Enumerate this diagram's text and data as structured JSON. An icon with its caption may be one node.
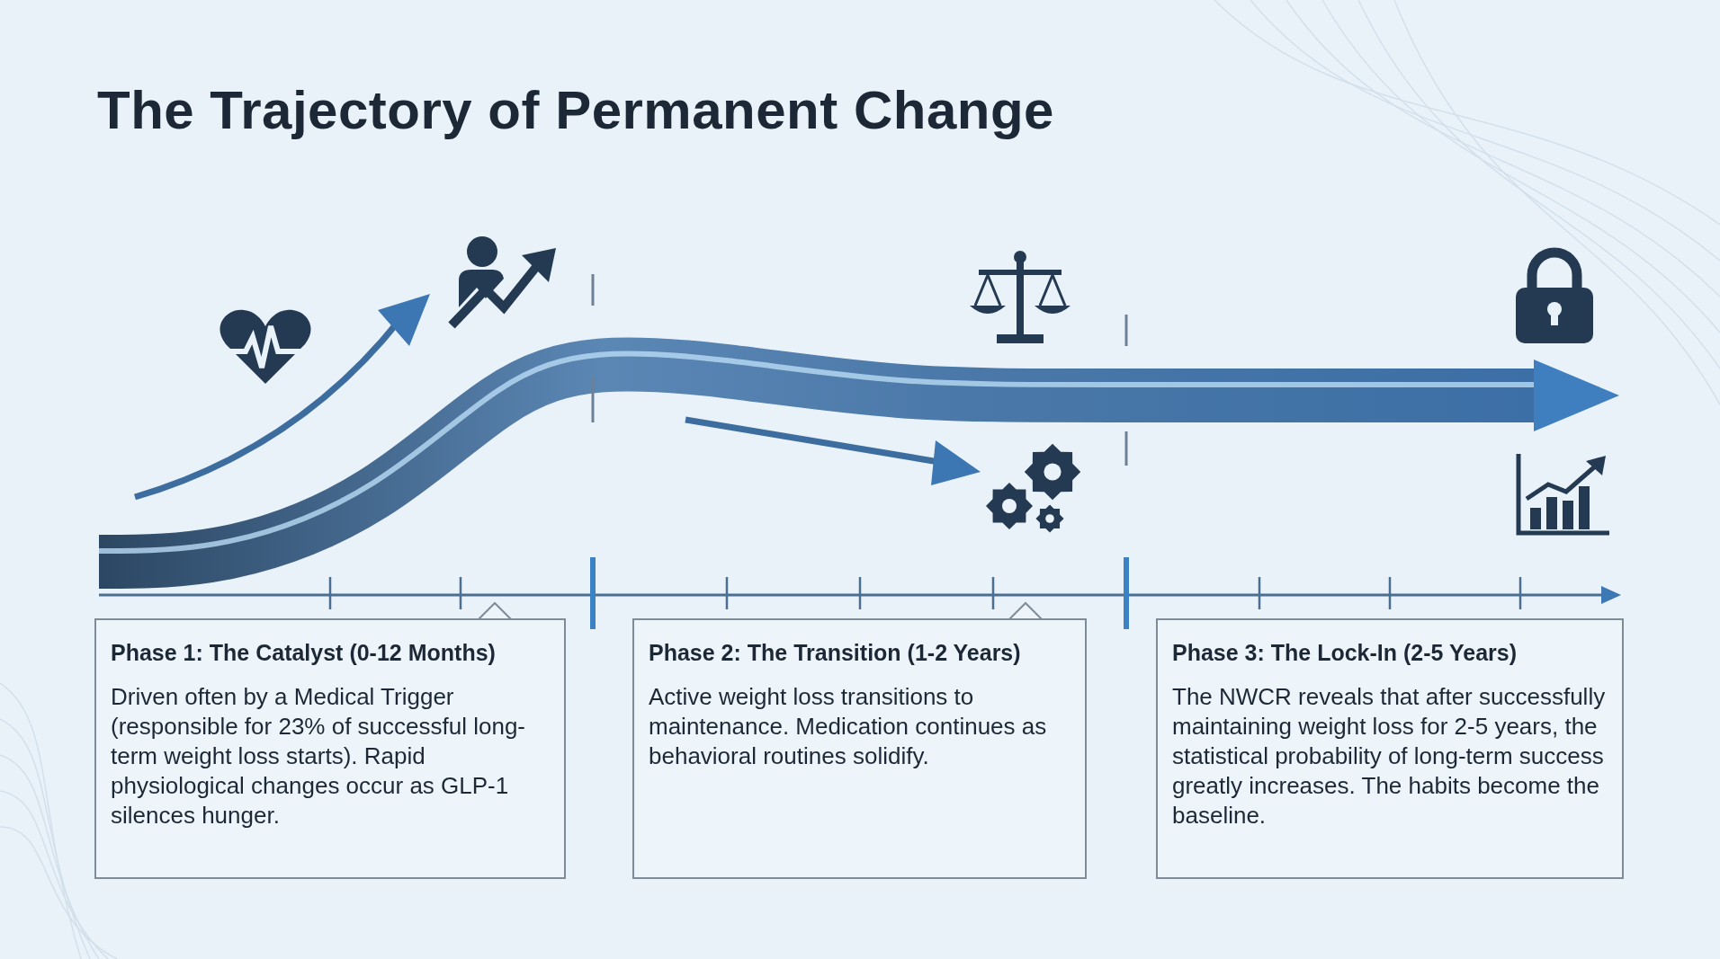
{
  "diagram": {
    "title": "The Trajectory of Permanent Change",
    "nodes": [
      {
        "text": [
          "Phase 1: The Catalyst (0-12 Months)",
          "Driven often by a Medical Trigger (responsible for 23% of successful long-term weight loss starts). Rapid physiological changes occur as GLP-1 silences hunger."
        ]
      },
      {
        "text": [
          "Phase 2: The Transition (1-2 Years)",
          "Active weight loss transitions to maintenance. Medication continues as behavioral routines solidify."
        ]
      },
      {
        "text": [
          "Phase 3: The Lock-In (2-5 Years)",
          "The NWCR reveals that after successfully maintaining weight loss for 2-5 years, the statistical probability of long-term success greatly increases. The habits become the baseline."
        ]
      }
    ]
  }
}
